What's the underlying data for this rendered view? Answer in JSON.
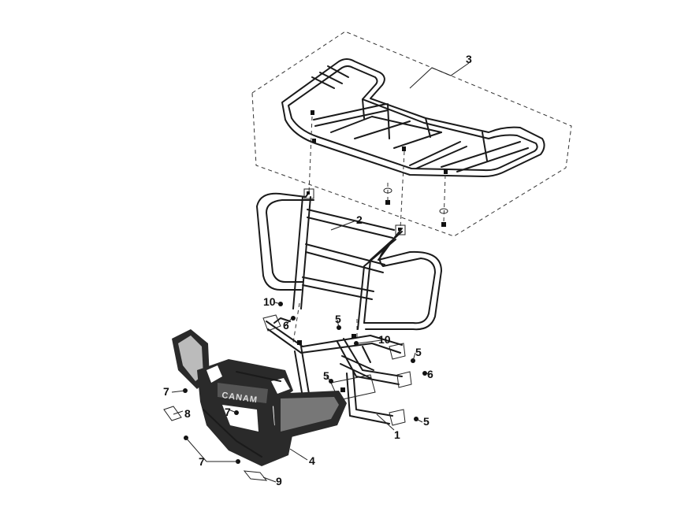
{
  "diagram": {
    "callouts": [
      {
        "id": "c1",
        "label": "1"
      },
      {
        "id": "c2",
        "label": "2"
      },
      {
        "id": "c3",
        "label": "3"
      },
      {
        "id": "c4",
        "label": "4"
      },
      {
        "id": "c5a",
        "label": "5"
      },
      {
        "id": "c5b",
        "label": "5"
      },
      {
        "id": "c5c",
        "label": "5"
      },
      {
        "id": "c5d",
        "label": "5"
      },
      {
        "id": "c6a",
        "label": "6"
      },
      {
        "id": "c6b",
        "label": "6"
      },
      {
        "id": "c7a",
        "label": "7"
      },
      {
        "id": "c7b",
        "label": "7"
      },
      {
        "id": "c7c",
        "label": "7"
      },
      {
        "id": "c8",
        "label": "8"
      },
      {
        "id": "c9",
        "label": "9"
      },
      {
        "id": "c10a",
        "label": "10"
      },
      {
        "id": "c10b",
        "label": "10"
      }
    ],
    "logo_text": "CANAM"
  }
}
